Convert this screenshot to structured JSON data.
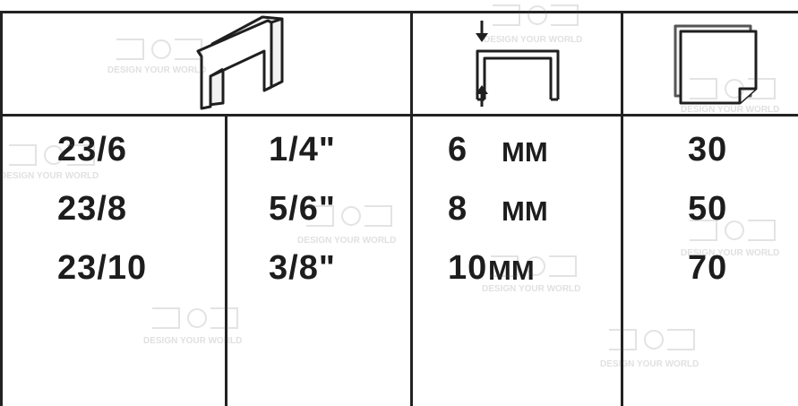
{
  "table": {
    "header": {
      "col1_icon": "staple-icon",
      "col2_icon": "staple-height-icon",
      "col3_icon": "paper-sheet-icon"
    },
    "rows": [
      {
        "type": "23/6",
        "inch": "1/4\"",
        "mm_value": "6",
        "mm_unit": "MM",
        "qty": "30"
      },
      {
        "type": "23/8",
        "inch": "5/6\"",
        "mm_value": "8",
        "mm_unit": "MM",
        "qty": "50"
      },
      {
        "type": "23/10",
        "inch": "3/8\"",
        "mm_value": "10",
        "mm_unit": "MM",
        "qty": "70"
      }
    ]
  },
  "watermark": {
    "text": "DESIGN YOUR WORLD"
  },
  "colors": {
    "ink": "#1d1d1d",
    "grid": "#222222",
    "background": "#ffffff"
  }
}
